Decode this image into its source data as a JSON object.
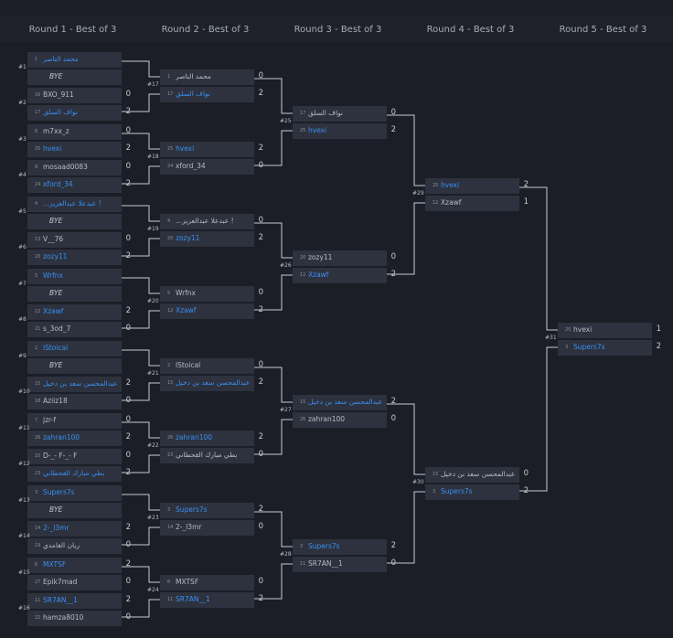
{
  "rounds": [
    "Round 1 - Best of 3",
    "Round 2 - Best of 3",
    "Round 3 - Best of 3",
    "Round 4 - Best of 3",
    "Round 5 - Best of 3"
  ],
  "matches": {
    "m1": {
      "id": "#1",
      "a": {
        "seed": "1",
        "name": "محمد الناصر",
        "win": true,
        "score": ""
      },
      "b": {
        "seed": "",
        "name": "BYE",
        "bye": true,
        "score": ""
      }
    },
    "m2": {
      "id": "#2",
      "a": {
        "seed": "16",
        "name": "BXO_911",
        "score": "0"
      },
      "b": {
        "seed": "17",
        "name": "نواف السلق",
        "win": true,
        "score": "2"
      }
    },
    "m3": {
      "id": "#3",
      "a": {
        "seed": "8",
        "name": "m7xx_z",
        "score": "0"
      },
      "b": {
        "seed": "25",
        "name": "hvexi",
        "win": true,
        "score": "2"
      }
    },
    "m4": {
      "id": "#4",
      "a": {
        "seed": "9",
        "name": "mosaad0083",
        "score": "0"
      },
      "b": {
        "seed": "24",
        "name": "xford_34",
        "win": true,
        "score": "2"
      }
    },
    "m5": {
      "id": "#5",
      "a": {
        "seed": "4",
        "name": "...عبدعلا عبدالعزيز !",
        "win": true,
        "score": ""
      },
      "b": {
        "seed": "",
        "name": "BYE",
        "bye": true,
        "score": ""
      }
    },
    "m6": {
      "id": "#6",
      "a": {
        "seed": "13",
        "name": "V__76",
        "score": "0"
      },
      "b": {
        "seed": "20",
        "name": "zozy11",
        "win": true,
        "score": "2"
      }
    },
    "m7": {
      "id": "#7",
      "a": {
        "seed": "5",
        "name": "Wrfnx",
        "win": true,
        "score": ""
      },
      "b": {
        "seed": "",
        "name": "BYE",
        "bye": true,
        "score": ""
      }
    },
    "m8": {
      "id": "#8",
      "a": {
        "seed": "12",
        "name": "Xzawf",
        "win": true,
        "score": "2"
      },
      "b": {
        "seed": "21",
        "name": "s_3od_7",
        "score": "0"
      }
    },
    "m9": {
      "id": "#9",
      "a": {
        "seed": "2",
        "name": "lStoical",
        "win": true,
        "score": ""
      },
      "b": {
        "seed": "",
        "name": "BYE",
        "bye": true,
        "score": ""
      }
    },
    "m10": {
      "id": "#10",
      "a": {
        "seed": "15",
        "name": "عبدالمحسن سعد بن دخيل",
        "win": true,
        "score": "2"
      },
      "b": {
        "seed": "18",
        "name": "Aziiz18",
        "score": "0"
      }
    },
    "m11": {
      "id": "#11",
      "a": {
        "seed": "7",
        "name": "jzr-f",
        "score": "0"
      },
      "b": {
        "seed": "26",
        "name": "zahran100",
        "win": true,
        "score": "2"
      }
    },
    "m12": {
      "id": "#12",
      "a": {
        "seed": "10",
        "name": "D-_- F-_- F",
        "score": "0"
      },
      "b": {
        "seed": "23",
        "name": "بطي مبارك القحطاني",
        "win": true,
        "score": "2"
      }
    },
    "m13": {
      "id": "#13",
      "a": {
        "seed": "3",
        "name": "Supers7s",
        "win": true,
        "score": ""
      },
      "b": {
        "seed": "",
        "name": "BYE",
        "bye": true,
        "score": ""
      }
    },
    "m14": {
      "id": "#14",
      "a": {
        "seed": "14",
        "name": "2-_l3mr",
        "win": true,
        "score": "2"
      },
      "b": {
        "seed": "19",
        "name": "ريان الغامدي",
        "score": "0"
      }
    },
    "m15": {
      "id": "#15",
      "a": {
        "seed": "6",
        "name": "MXTSF",
        "win": true,
        "score": "2"
      },
      "b": {
        "seed": "27",
        "name": "Epik7mad",
        "score": "0"
      }
    },
    "m16": {
      "id": "#16",
      "a": {
        "seed": "11",
        "name": "SR7AN__1",
        "win": true,
        "score": "2"
      },
      "b": {
        "seed": "22",
        "name": "hamza8010",
        "score": "0"
      }
    },
    "m17": {
      "id": "#17",
      "a": {
        "seed": "1",
        "name": "محمد الناصر",
        "score": "0"
      },
      "b": {
        "seed": "17",
        "name": "نواف السلق",
        "win": true,
        "score": "2"
      }
    },
    "m18": {
      "id": "#18",
      "a": {
        "seed": "25",
        "name": "hvexi",
        "win": true,
        "score": "2"
      },
      "b": {
        "seed": "24",
        "name": "xford_34",
        "score": "0"
      }
    },
    "m19": {
      "id": "#19",
      "a": {
        "seed": "4",
        "name": "...عبدعلا عبدالعزيز !",
        "score": "0"
      },
      "b": {
        "seed": "20",
        "name": "zozy11",
        "win": true,
        "score": "2"
      }
    },
    "m20": {
      "id": "#20",
      "a": {
        "seed": "5",
        "name": "Wrfnx",
        "score": "0"
      },
      "b": {
        "seed": "12",
        "name": "Xzawf",
        "win": true,
        "score": "2"
      }
    },
    "m21": {
      "id": "#21",
      "a": {
        "seed": "2",
        "name": "lStoical",
        "score": "0"
      },
      "b": {
        "seed": "15",
        "name": "عبدالمحسن سعد بن دخيل",
        "win": true,
        "score": "2"
      }
    },
    "m22": {
      "id": "#22",
      "a": {
        "seed": "26",
        "name": "zahran100",
        "win": true,
        "score": "2"
      },
      "b": {
        "seed": "23",
        "name": "بطي مبارك القحطاني",
        "score": "0"
      }
    },
    "m23": {
      "id": "#23",
      "a": {
        "seed": "3",
        "name": "Supers7s",
        "win": true,
        "score": "2"
      },
      "b": {
        "seed": "14",
        "name": "2-_l3mr",
        "score": "0"
      }
    },
    "m24": {
      "id": "#24",
      "a": {
        "seed": "6",
        "name": "MXTSF",
        "score": "0"
      },
      "b": {
        "seed": "11",
        "name": "SR7AN__1",
        "win": true,
        "score": "2"
      }
    },
    "m25": {
      "id": "#25",
      "a": {
        "seed": "17",
        "name": "نواف السلق",
        "score": "0"
      },
      "b": {
        "seed": "25",
        "name": "hvexi",
        "win": true,
        "score": "2"
      }
    },
    "m26": {
      "id": "#26",
      "a": {
        "seed": "20",
        "name": "zozy11",
        "score": "0"
      },
      "b": {
        "seed": "12",
        "name": "Xzawf",
        "win": true,
        "score": "2"
      }
    },
    "m27": {
      "id": "#27",
      "a": {
        "seed": "15",
        "name": "عبدالمحسن سعد بن دخيل",
        "win": true,
        "score": "2"
      },
      "b": {
        "seed": "26",
        "name": "zahran100",
        "score": "0"
      }
    },
    "m28": {
      "id": "#28",
      "a": {
        "seed": "3",
        "name": "Supers7s",
        "win": true,
        "score": "2"
      },
      "b": {
        "seed": "11",
        "name": "SR7AN__1",
        "score": "0"
      }
    },
    "m29": {
      "id": "#29",
      "a": {
        "seed": "25",
        "name": "hvexi",
        "win": true,
        "score": "2"
      },
      "b": {
        "seed": "12",
        "name": "Xzawf",
        "score": "1"
      }
    },
    "m30": {
      "id": "#30",
      "a": {
        "seed": "15",
        "name": "عبدالمحسن سعد بن دخيل",
        "score": "0"
      },
      "b": {
        "seed": "3",
        "name": "Supers7s",
        "win": true,
        "score": "2"
      }
    },
    "m31": {
      "id": "#31",
      "a": {
        "seed": "25",
        "name": "hvexi",
        "score": "1"
      },
      "b": {
        "seed": "3",
        "name": "Supers7s",
        "win": true,
        "score": "2"
      }
    }
  },
  "colors": {
    "bg": "#1b1e26",
    "card": "#2d323e",
    "winner": "#3a8ff3",
    "line": "#c7cbd2"
  }
}
